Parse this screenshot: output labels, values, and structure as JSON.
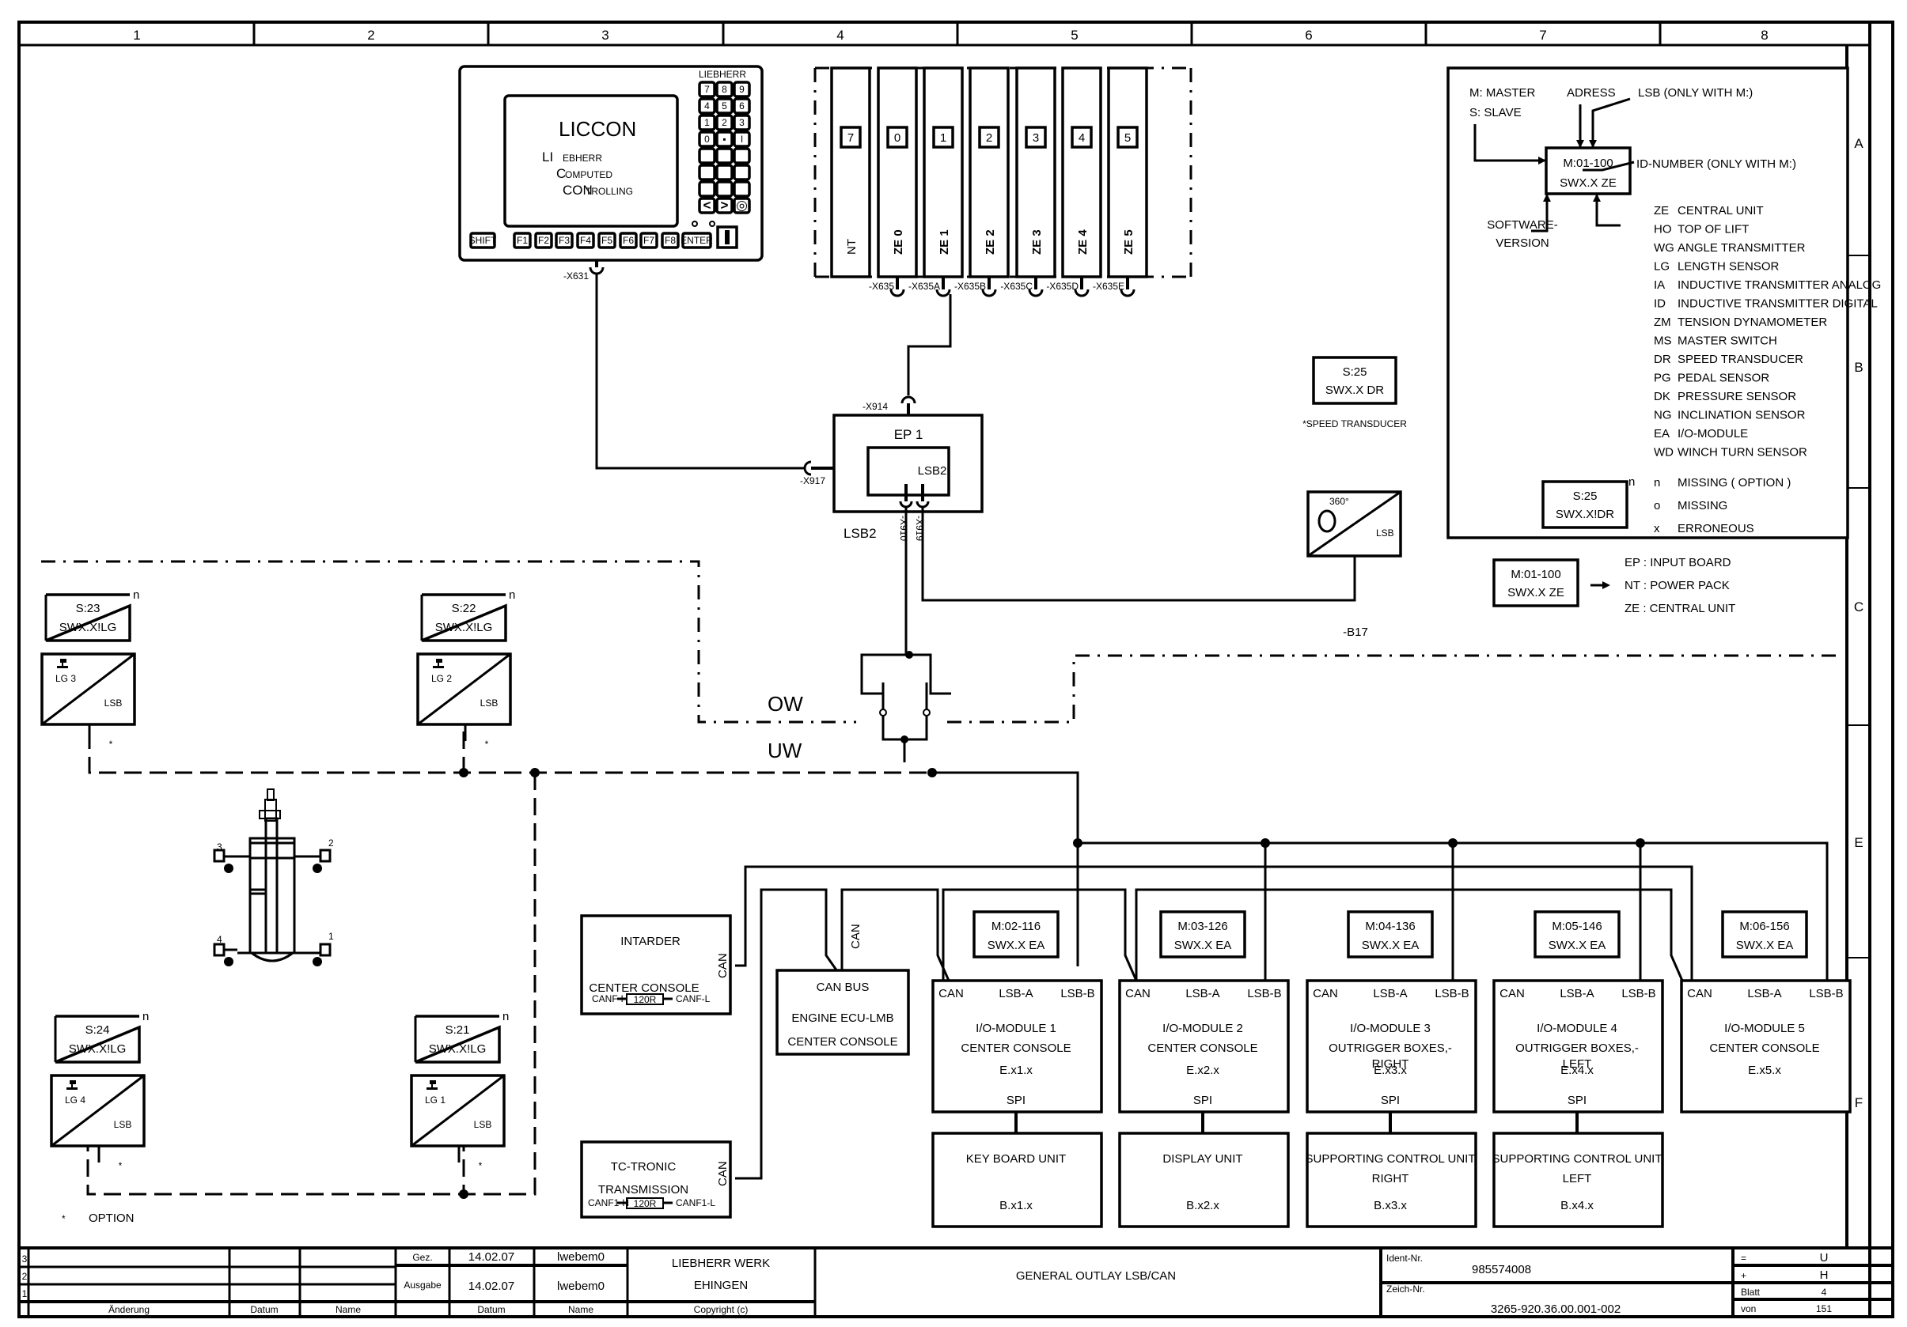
{
  "frame": {
    "columns": [
      "1",
      "2",
      "3",
      "4",
      "5",
      "6",
      "7",
      "8"
    ],
    "rows": [
      "A",
      "B",
      "C",
      "E",
      "F"
    ]
  },
  "liccon": {
    "brand": "LIEBHERR",
    "title": "LICCON",
    "line1_initial": "LI",
    "line1_rest": "EBHERR",
    "line2_initial": "C",
    "line2_rest": "OMPUTED",
    "line3_initial": "CON",
    "line3_rest": "TROLLING",
    "keys": [
      "7",
      "8",
      "9",
      "4",
      "5",
      "6",
      "1",
      "2",
      "3",
      "0",
      "▪",
      "I"
    ],
    "nav_keys": [
      "<",
      ">",
      "◎"
    ],
    "function_keys": [
      "SHIFT",
      "F1",
      "F2",
      "F3",
      "F4",
      "F5",
      "F6",
      "F7",
      "F8",
      "ENTER"
    ],
    "connector": "-X631"
  },
  "rack": {
    "modules": [
      {
        "slot": "7",
        "label": "NT",
        "connector": ""
      },
      {
        "slot": "0",
        "label": "ZE 0",
        "connector": "-X635"
      },
      {
        "slot": "1",
        "label": "ZE 1",
        "connector": "-X635A"
      },
      {
        "slot": "2",
        "label": "ZE 2",
        "connector": "-X635B"
      },
      {
        "slot": "3",
        "label": "ZE 3",
        "connector": "-X635C"
      },
      {
        "slot": "4",
        "label": "ZE 4",
        "connector": "-X635D"
      },
      {
        "slot": "5",
        "label": "ZE 5",
        "connector": "-X635E"
      }
    ]
  },
  "ep1": {
    "title": "EP 1",
    "inner": "LSB2",
    "below_label": "LSB2",
    "connectors": {
      "top": "-X914",
      "left": "-X917",
      "bottom1": "-X910",
      "bottom2": "-X919"
    }
  },
  "speed_sensor": {
    "box_line1": "S:25",
    "box_line2": "SWX.X DR",
    "note": "*SPEED TRANSDUCER",
    "angle": "360°",
    "bus": "LSB",
    "ref": "-B17"
  },
  "legend": {
    "labels": {
      "master": "M: MASTER",
      "slave": "S: SLAVE",
      "address": "ADRESS",
      "lsb": "LSB (ONLY WITH M:)",
      "id": "ID-NUMBER (ONLY WITH M:)",
      "software1": "SOFTWARE-",
      "software2": "VERSION",
      "box_line1": "M:01-100",
      "box_line2": "SWX.X ZE"
    },
    "codes": [
      {
        "code": "ZE",
        "desc": "CENTRAL UNIT"
      },
      {
        "code": "HO",
        "desc": "TOP OF LIFT"
      },
      {
        "code": "WG",
        "desc": "ANGLE TRANSMITTER"
      },
      {
        "code": "LG",
        "desc": "LENGTH SENSOR"
      },
      {
        "code": "IA",
        "desc": "INDUCTIVE TRANSMITTER ANALOG"
      },
      {
        "code": "ID",
        "desc": "INDUCTIVE TRANSMITTER DIGITAL"
      },
      {
        "code": "ZM",
        "desc": "TENSION DYNAMOMETER"
      },
      {
        "code": "MS",
        "desc": "MASTER SWITCH"
      },
      {
        "code": "DR",
        "desc": "SPEED TRANSDUCER"
      },
      {
        "code": "PG",
        "desc": "PEDAL SENSOR"
      },
      {
        "code": "DK",
        "desc": "PRESSURE SENSOR"
      },
      {
        "code": "NG",
        "desc": "INCLINATION SENSOR"
      },
      {
        "code": "EA",
        "desc": "I/O-MODULE"
      },
      {
        "code": "WD",
        "desc": "WINCH TURN SENSOR"
      }
    ],
    "status": [
      {
        "code": "n",
        "desc": "MISSING ( OPTION )"
      },
      {
        "code": "o",
        "desc": "MISSING"
      },
      {
        "code": "x",
        "desc": "ERRONEOUS"
      }
    ],
    "example_line1": "S:25",
    "example_line2": "SWX.X!DR",
    "example_flag": "n"
  },
  "legend2": {
    "box_line1": "M:01-100",
    "box_line2": "SWX.X ZE",
    "items": [
      "EP : INPUT BOARD",
      "NT : POWER PACK",
      "ZE : CENTRAL UNIT"
    ]
  },
  "length_sensors": [
    {
      "id_line1": "S:23",
      "id_line2": "SWX.X!LG",
      "flag": "n",
      "name": "LG 3",
      "bus": "LSB",
      "mark": "*"
    },
    {
      "id_line1": "S:22",
      "id_line2": "SWX.X!LG",
      "flag": "n",
      "name": "LG 2",
      "bus": "LSB",
      "mark": "*"
    },
    {
      "id_line1": "S:24",
      "id_line2": "SWX.X!LG",
      "flag": "n",
      "name": "LG 4",
      "bus": "LSB",
      "mark": "*"
    },
    {
      "id_line1": "S:21",
      "id_line2": "SWX.X!LG",
      "flag": "n",
      "name": "LG 1",
      "bus": "LSB",
      "mark": "*"
    }
  ],
  "crane_outriggers": [
    "3",
    "2",
    "4",
    "1"
  ],
  "option_note": {
    "mark": "*",
    "text": "OPTION"
  },
  "zones": {
    "upper": "OW",
    "lower": "UW"
  },
  "external_units": {
    "intarder": {
      "title": "INTARDER",
      "subtitle": "CENTER CONSOLE",
      "bus": "CAN",
      "left": "CANF-H",
      "resistor": "120R",
      "right": "CANF-L"
    },
    "tctronic": {
      "title": "TC-TRONIC",
      "subtitle": "TRANSMISSION",
      "bus": "CAN",
      "left": "CANF1-H",
      "resistor": "120R",
      "right": "CANF1-L"
    },
    "canbus": {
      "line1": "CAN BUS",
      "line2": "ENGINE ECU-LMB",
      "line3": "CENTER CONSOLE",
      "bus": "CAN"
    }
  },
  "io_modules": [
    {
      "id_line1": "M:02-116",
      "id_line2": "SWX.X EA",
      "ports": [
        "CAN",
        "LSB-A",
        "LSB-B"
      ],
      "name": "I/O-MODULE 1",
      "location": "CENTER CONSOLE",
      "location2": "",
      "code": "E.x1.x",
      "spi": "SPI",
      "sub_line1": "KEY BOARD UNIT",
      "sub_line2": "",
      "sub_code": "B.x1.x"
    },
    {
      "id_line1": "M:03-126",
      "id_line2": "SWX.X EA",
      "ports": [
        "CAN",
        "LSB-A",
        "LSB-B"
      ],
      "name": "I/O-MODULE 2",
      "location": "CENTER CONSOLE",
      "location2": "",
      "code": "E.x2.x",
      "spi": "SPI",
      "sub_line1": "DISPLAY UNIT",
      "sub_line2": "",
      "sub_code": "B.x2.x"
    },
    {
      "id_line1": "M:04-136",
      "id_line2": "SWX.X EA",
      "ports": [
        "CAN",
        "LSB-A",
        "LSB-B"
      ],
      "name": "I/O-MODULE 3",
      "location": "OUTRIGGER BOXES,-",
      "location2": "RIGHT",
      "code": "E.x3.x",
      "spi": "SPI",
      "sub_line1": "SUPPORTING CONTROL UNIT",
      "sub_line2": "RIGHT",
      "sub_code": "B.x3.x"
    },
    {
      "id_line1": "M:05-146",
      "id_line2": "SWX.X EA",
      "ports": [
        "CAN",
        "LSB-A",
        "LSB-B"
      ],
      "name": "I/O-MODULE 4",
      "location": "OUTRIGGER BOXES,-",
      "location2": "LEFT",
      "code": "E.x4.x",
      "spi": "SPI",
      "sub_line1": "SUPPORTING CONTROL UNIT",
      "sub_line2": "LEFT",
      "sub_code": "B.x4.x"
    },
    {
      "id_line1": "M:06-156",
      "id_line2": "SWX.X EA",
      "ports": [
        "CAN",
        "LSB-A",
        "LSB-B"
      ],
      "name": "I/O-MODULE 5",
      "location": "CENTER CONSOLE",
      "location2": "",
      "code": "E.x5.x",
      "spi": "",
      "sub_line1": "",
      "sub_line2": "",
      "sub_code": ""
    }
  ],
  "title_block": {
    "revisions": [
      "3",
      "2",
      "1"
    ],
    "col_change": "Änderung",
    "col_date": "Datum",
    "col_name": "Name",
    "drawn_label": "Gez.",
    "drawn_date": "14.02.07",
    "drawn_name": "lwebem0",
    "issue_label": "Ausgabe",
    "issue_date": "14.02.07",
    "issue_name": "lwebem0",
    "col_date2": "Datum",
    "col_name2": "Name",
    "company1": "LIEBHERR WERK",
    "company2": "EHINGEN",
    "copyright": "Copyright (c)",
    "drawing_title": "GENERAL OUTLAY LSB/CAN",
    "ident_label": "Ident-Nr.",
    "ident_no": "985574008",
    "drawing_label": "Zeich-Nr.",
    "drawing_no": "3265-920.36.00.001-002",
    "eq_label": "=",
    "eq_value": "U",
    "plus_label": "+",
    "plus_value": "H",
    "sheet_label": "Blatt",
    "sheet_value": "4",
    "of_label": "von",
    "of_value": "151"
  }
}
